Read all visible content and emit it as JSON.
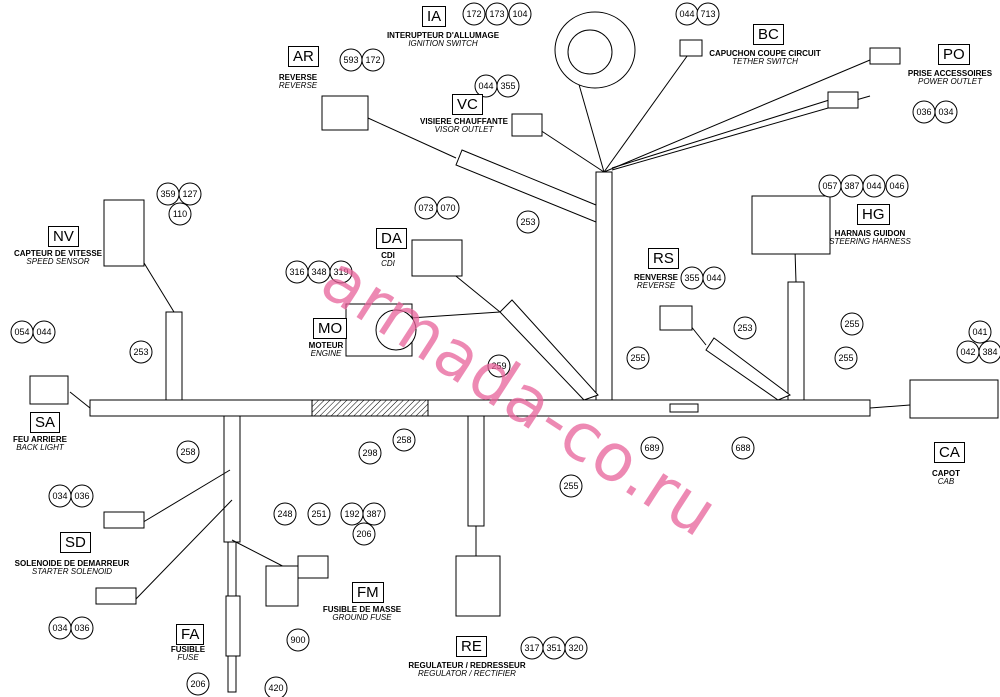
{
  "document_id": "43M0925-26-27",
  "watermark": "armada-co.ru",
  "components": {
    "IA": {
      "code": "IA",
      "fr": "INTERUPTEUR D'ALLUMAGE",
      "en": "IGNITION SWITCH",
      "refs": [
        "172",
        "173",
        "104"
      ]
    },
    "BC": {
      "code": "BC",
      "fr": "CAPUCHON COUPE CIRCUIT",
      "en": "TETHER SWITCH",
      "refs": [
        "044",
        "713"
      ]
    },
    "PO": {
      "code": "PO",
      "fr": "PRISE ACCESSOIRES",
      "en": "POWER OUTLET",
      "refs": [
        "036",
        "034"
      ]
    },
    "AR": {
      "code": "AR",
      "fr": "REVERSE",
      "en": "REVERSE",
      "refs": [
        "593",
        "172"
      ]
    },
    "VC": {
      "code": "VC",
      "fr": "VISIERE CHAUFFANTE",
      "en": "VISOR OUTLET",
      "refs": [
        "044",
        "355"
      ]
    },
    "HG": {
      "code": "HG",
      "fr": "HARNAIS GUIDON",
      "en": "STEERING HARNESS",
      "refs": [
        "057",
        "387",
        "044",
        "046"
      ]
    },
    "NV": {
      "code": "NV",
      "fr": "CAPTEUR DE VITESSE",
      "en": "SPEED SENSOR",
      "refs": [
        "359",
        "127",
        "110"
      ]
    },
    "DA": {
      "code": "DA",
      "fr": "CDI",
      "en": "CDI",
      "refs": [
        "073",
        "070"
      ]
    },
    "RS": {
      "code": "RS",
      "fr": "RENVERSE",
      "en": "REVERSE",
      "refs": [
        "355",
        "044"
      ]
    },
    "MO": {
      "code": "MO",
      "fr": "MOTEUR",
      "en": "ENGINE",
      "refs": [
        "316",
        "348",
        "319"
      ]
    },
    "SA": {
      "code": "SA",
      "fr": "FEU ARRIERE",
      "en": "BACK LIGHT",
      "refs": [
        "054",
        "044"
      ]
    },
    "CA": {
      "code": "CA",
      "fr": "CAPOT",
      "en": "CAB",
      "refs": [
        "041",
        "042",
        "384"
      ]
    },
    "SD": {
      "code": "SD",
      "fr": "SOLENOIDE DE DEMARREUR",
      "en": "STARTER SOLENOID",
      "refs": [
        "034",
        "036",
        "034",
        "036"
      ]
    },
    "FM": {
      "code": "FM",
      "fr": "FUSIBLE DE MASSE",
      "en": "GROUND FUSE",
      "refs": [
        "248",
        "251",
        "192",
        "387",
        "206"
      ]
    },
    "FA": {
      "code": "FA",
      "fr": "FUSIBLE",
      "en": "FUSE",
      "refs": [
        "900",
        "206",
        "420"
      ]
    },
    "RE": {
      "code": "RE",
      "fr": "REGULATEUR / REDRESSEUR",
      "en": "REGULATOR / RECTIFIER",
      "refs": [
        "317",
        "351",
        "320"
      ]
    }
  },
  "harness_refs": [
    "253",
    "253",
    "255",
    "253",
    "255",
    "255",
    "259",
    "298",
    "258",
    "258",
    "255",
    "689",
    "688"
  ]
}
